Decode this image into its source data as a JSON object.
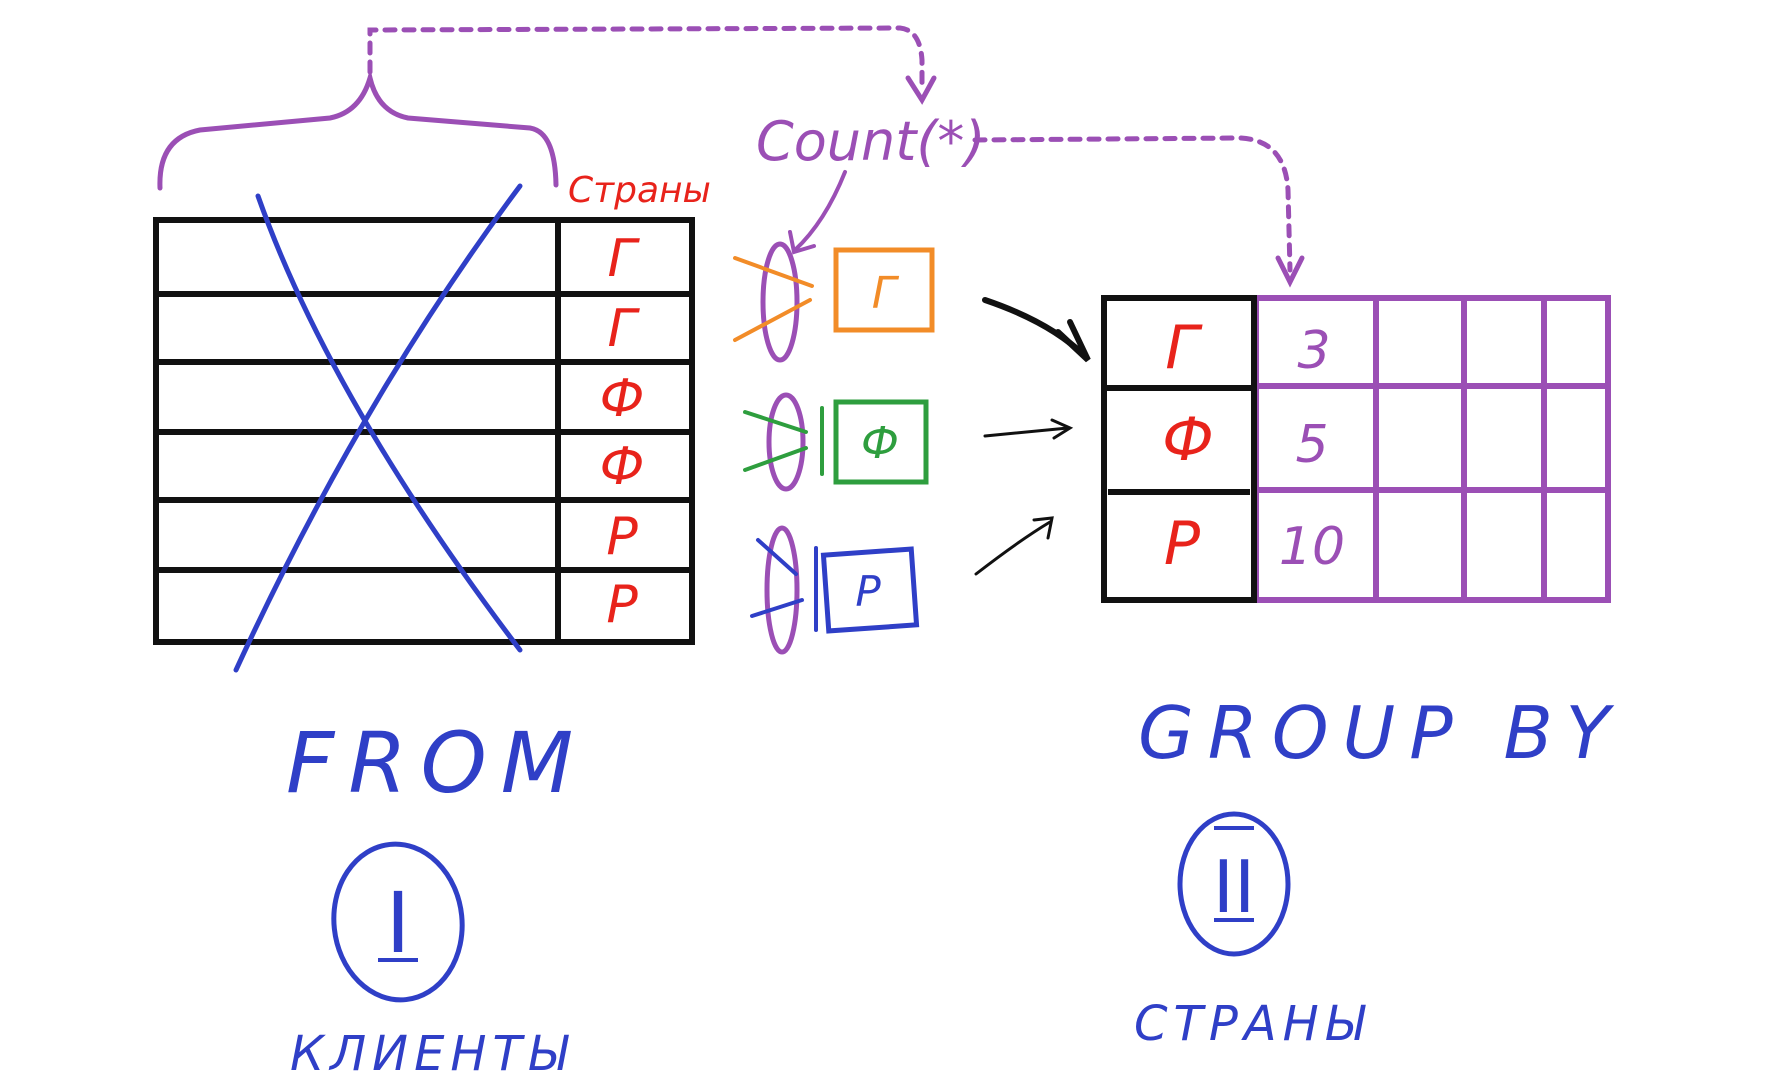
{
  "diagram": {
    "source_table": {
      "column_label": "Страны",
      "rows": [
        "Г",
        "Г",
        "Ф",
        "Ф",
        "Р",
        "Р"
      ]
    },
    "count_label": "Count(*)",
    "groups": [
      {
        "letter": "Г",
        "color": "#f28c28"
      },
      {
        "letter": "Ф",
        "color": "#2e9e3e"
      },
      {
        "letter": "Р",
        "color": "#2f3fc7"
      }
    ],
    "result_table": {
      "rows": [
        {
          "key": "Г",
          "count": "3"
        },
        {
          "key": "Ф",
          "count": "5"
        },
        {
          "key": "Р",
          "count": "10"
        }
      ]
    },
    "clause_from": "FROM",
    "clause_group_by": "GROUP BY",
    "step_from": "I",
    "step_group_by": "II",
    "caption_from": "КЛИЕНТЫ",
    "caption_group_by": "СТРАНЫ"
  },
  "colors": {
    "ink": "#111111",
    "red": "#e8231b",
    "purple": "#9b4fb5",
    "blue": "#2f3fc7",
    "orange": "#f28c28",
    "green": "#2e9e3e"
  }
}
